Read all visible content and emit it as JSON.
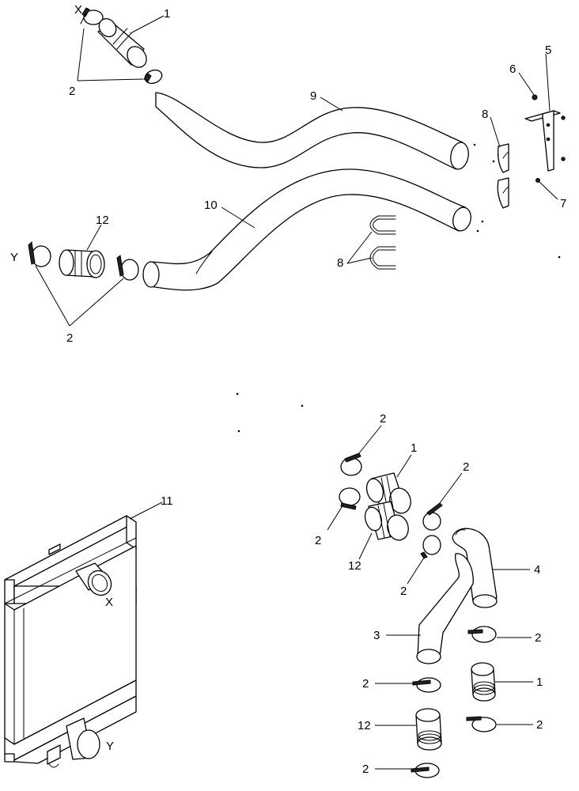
{
  "diagram": {
    "colors": {
      "line": "#000000",
      "background": "#ffffff"
    },
    "labels": {
      "a1": "1",
      "a2a": "2",
      "a2b": "2",
      "a5": "5",
      "a6": "6",
      "a7": "7",
      "a8a": "8",
      "a8b": "8",
      "a9": "9",
      "a10": "10",
      "a12": "12",
      "aX": "X",
      "aY": "Y",
      "b11": "11",
      "bX": "X",
      "bY": "Y",
      "c2a": "2",
      "c1a": "1",
      "c2b": "2",
      "c2c": "2",
      "c12a": "12",
      "c2d": "2",
      "c4": "4",
      "c3": "3",
      "c2e": "2",
      "c2f": "2",
      "c1b": "1",
      "c12b": "12",
      "c2g": "2",
      "c2h": "2"
    }
  }
}
